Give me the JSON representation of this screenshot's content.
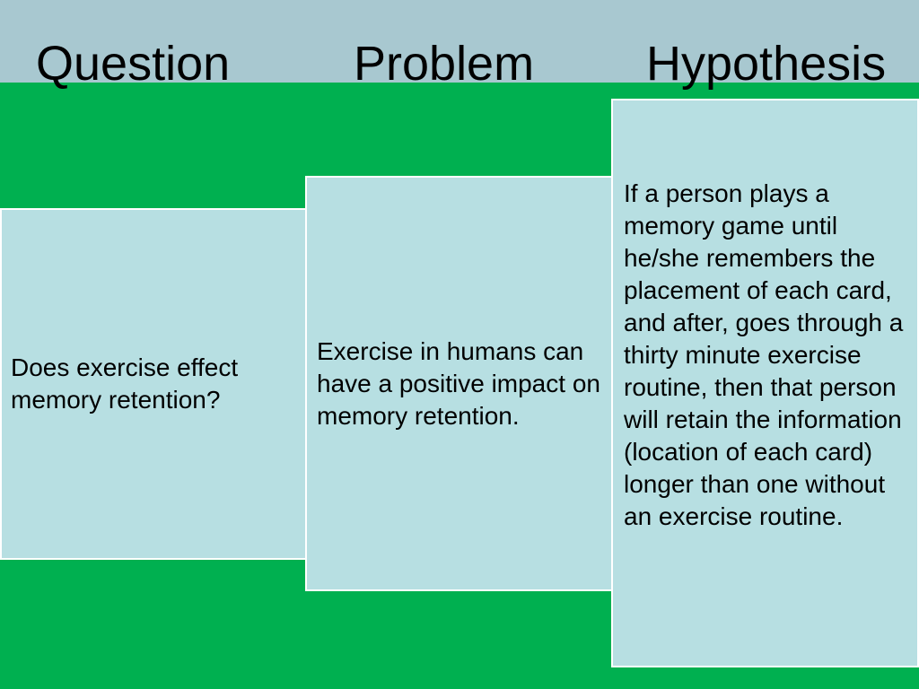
{
  "headings": {
    "question": "Question",
    "problem": "Problem",
    "hypothesis": "Hypothesis"
  },
  "boxes": {
    "question": "Does exercise effect memory retention?",
    "problem": "Exercise in humans can have a positive impact on memory retention.",
    "hypothesis": "If a person plays a memory game until he/she remembers the placement of each card, and after, goes through a thirty minute exercise routine, then that person will retain the information (location of each card) longer than one without an exercise routine."
  },
  "colors": {
    "top_band": "#a8c8d0",
    "green_band": "#00b050",
    "box_fill": "#b7dfe2",
    "box_border": "#ffffff"
  }
}
